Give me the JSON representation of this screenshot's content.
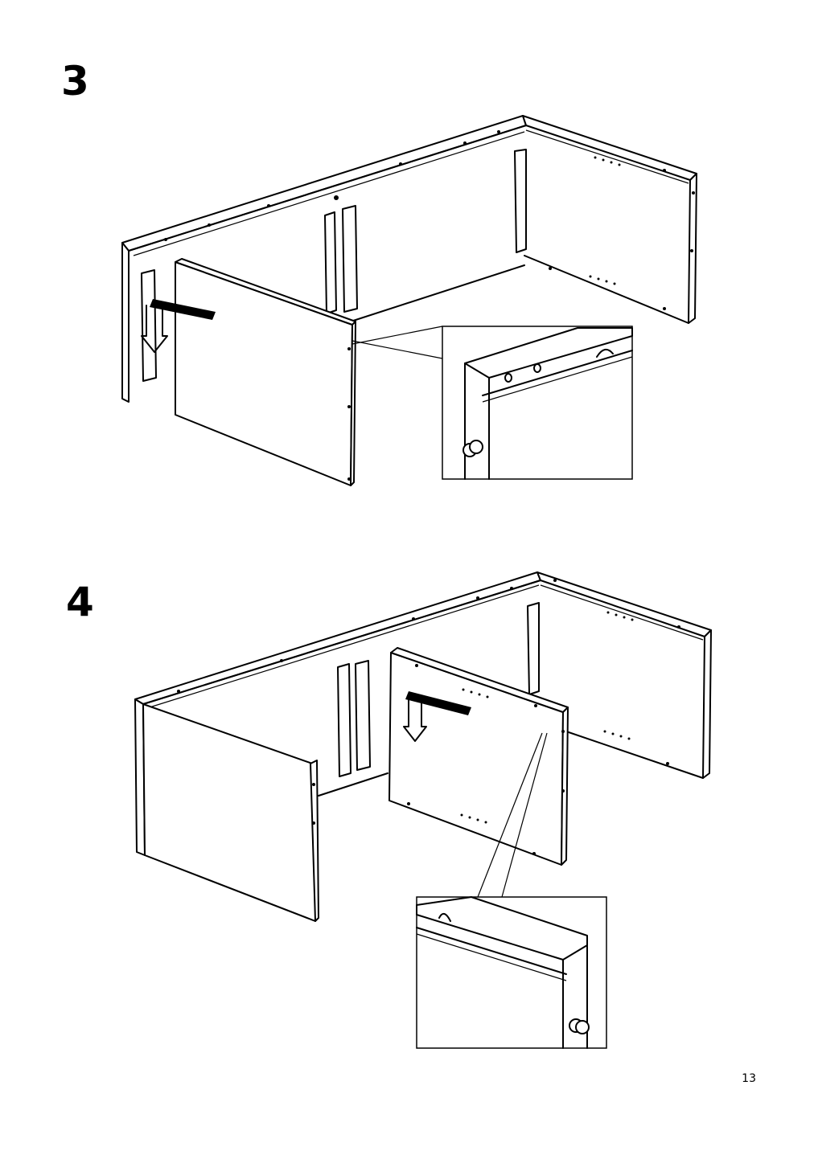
{
  "steps": [
    {
      "number": "3",
      "illustration": "attach-left-side-panel"
    },
    {
      "number": "4",
      "illustration": "attach-middle-divider-panel"
    }
  ],
  "page_number": "13"
}
